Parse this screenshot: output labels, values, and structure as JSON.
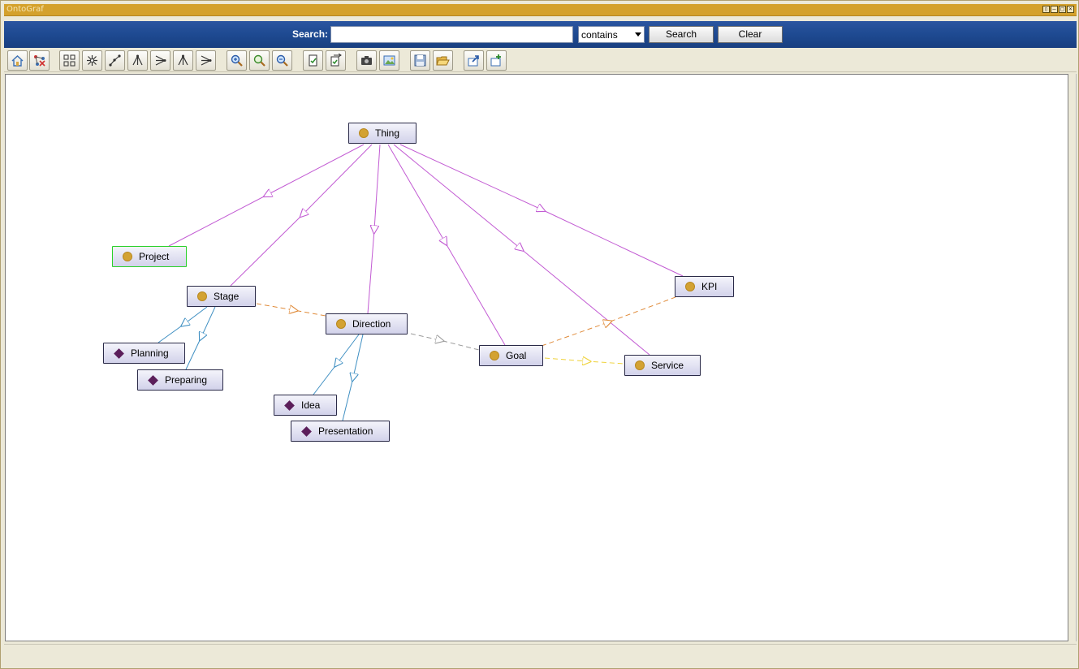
{
  "window": {
    "title": "OntoGraf"
  },
  "search": {
    "label": "Search:",
    "value": "",
    "match_mode": "contains",
    "search_label": "Search",
    "clear_label": "Clear"
  },
  "toolbar": {
    "buttons": [
      "home-icon",
      "hide-icon",
      "grid-layout-icon",
      "spring-layout-icon",
      "radial-layout-icon",
      "tree-vertical-icon",
      "tree-horizontal-icon",
      "tree-vertical-alt-icon",
      "tree-horizontal-alt-icon",
      "zoom-in-icon",
      "zoom-fit-icon",
      "zoom-out-icon",
      "filter-nodes-icon",
      "filter-arcs-icon",
      "snapshot-icon",
      "export-image-icon",
      "save-icon",
      "open-icon",
      "export-icon",
      "add-icon"
    ]
  },
  "graph": {
    "nodes": [
      {
        "id": "thing",
        "label": "Thing",
        "kind": "class"
      },
      {
        "id": "project",
        "label": "Project",
        "kind": "class",
        "selected": true
      },
      {
        "id": "stage",
        "label": "Stage",
        "kind": "class"
      },
      {
        "id": "direction",
        "label": "Direction",
        "kind": "class"
      },
      {
        "id": "goal",
        "label": "Goal",
        "kind": "class"
      },
      {
        "id": "service",
        "label": "Service",
        "kind": "class"
      },
      {
        "id": "kpi",
        "label": "KPI",
        "kind": "class"
      },
      {
        "id": "planning",
        "label": "Planning",
        "kind": "individual"
      },
      {
        "id": "preparing",
        "label": "Preparing",
        "kind": "individual"
      },
      {
        "id": "idea",
        "label": "Idea",
        "kind": "individual"
      },
      {
        "id": "presentation",
        "label": "Presentation",
        "kind": "individual"
      }
    ],
    "colors": {
      "subclass": "#c25bd3",
      "instance": "#3f8fc2",
      "stage_direction": "#e08b3a",
      "direction_goal": "#9a9a9a",
      "goal_service": "#efd23a",
      "goal_kpi": "#e08b3a",
      "class_dot": "#d3a233",
      "individual_diamond": "#5b1e5a"
    }
  }
}
